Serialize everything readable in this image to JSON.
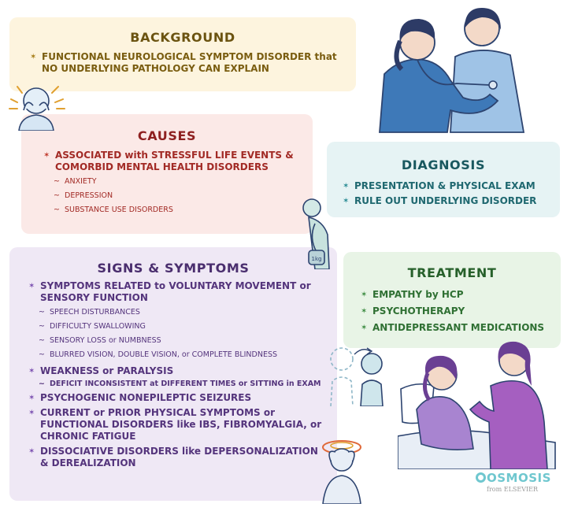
{
  "background": {
    "title": "BACKGROUND",
    "items": [
      "FUNCTIONAL NEUROLOGICAL SYMPTOM DISORDER that NO UNDERLYING PATHOLOGY CAN EXPLAIN"
    ]
  },
  "causes": {
    "title": "CAUSES",
    "items": [
      {
        "text": "ASSOCIATED with STRESSFUL LIFE EVENTS & COMORBID MENTAL HEALTH DISORDERS",
        "subitems": [
          "ANXIETY",
          "DEPRESSION",
          "SUBSTANCE USE DISORDERS"
        ]
      }
    ]
  },
  "diagnosis": {
    "title": "DIAGNOSIS",
    "items": [
      "PRESENTATION & PHYSICAL EXAM",
      "RULE OUT UNDERLYING DISORDER"
    ]
  },
  "signs_symptoms": {
    "title": "SIGNS & SYMPTOMS",
    "items": [
      {
        "text": "SYMPTOMS RELATED to VOLUNTARY MOVEMENT or SENSORY FUNCTION",
        "subitems": [
          "SPEECH DISTURBANCES",
          "DIFFICULTY SWALLOWING",
          "SENSORY LOSS or NUMBNESS",
          "BLURRED VISION, DOUBLE VISION, or COMPLETE BLINDNESS"
        ]
      },
      {
        "text": "WEAKNESS or PARALYSIS",
        "subitems": [
          "DEFICIT INCONSISTENT at DIFFERENT TIMES or SITTING in EXAM"
        ]
      },
      {
        "text": "PSYCHOGENIC NONEPILEPTIC SEIZURES"
      },
      {
        "text": "CURRENT or PRIOR PHYSICAL SYMPTOMS or FUNCTIONAL DISORDERS like IBS, FIBROMYALGIA, or CHRONIC FATIGUE"
      },
      {
        "text": "DISSOCIATIVE DISORDERS like DEPERSONALIZATION & DEREALIZATION"
      }
    ]
  },
  "treatment": {
    "title": "TREATMENT",
    "items": [
      "EMPATHY by HCP",
      "PSYCHOTHERAPY",
      "ANTIDEPRESSANT MEDICATIONS"
    ]
  },
  "illustrations": {
    "doctor_patient": "doctor-with-stethoscope-icon",
    "distressed": "distressed-person-icon",
    "weight": "person-holding-weight-icon",
    "weight_label": "1kg",
    "double_vision": "double-vision-figure-icon",
    "dizzy": "dizzy-person-icon",
    "caregiver": "caregiver-with-patient-icon"
  },
  "logo": {
    "name": "OSMOSIS",
    "sub": "from ELSEVIER"
  },
  "colors": {
    "background_panel": "#fdf4de",
    "causes_panel": "#fbe9e7",
    "diagnosis_panel": "#e6f3f4",
    "signs_panel": "#efe8f5",
    "treatment_panel": "#e8f4e6"
  }
}
